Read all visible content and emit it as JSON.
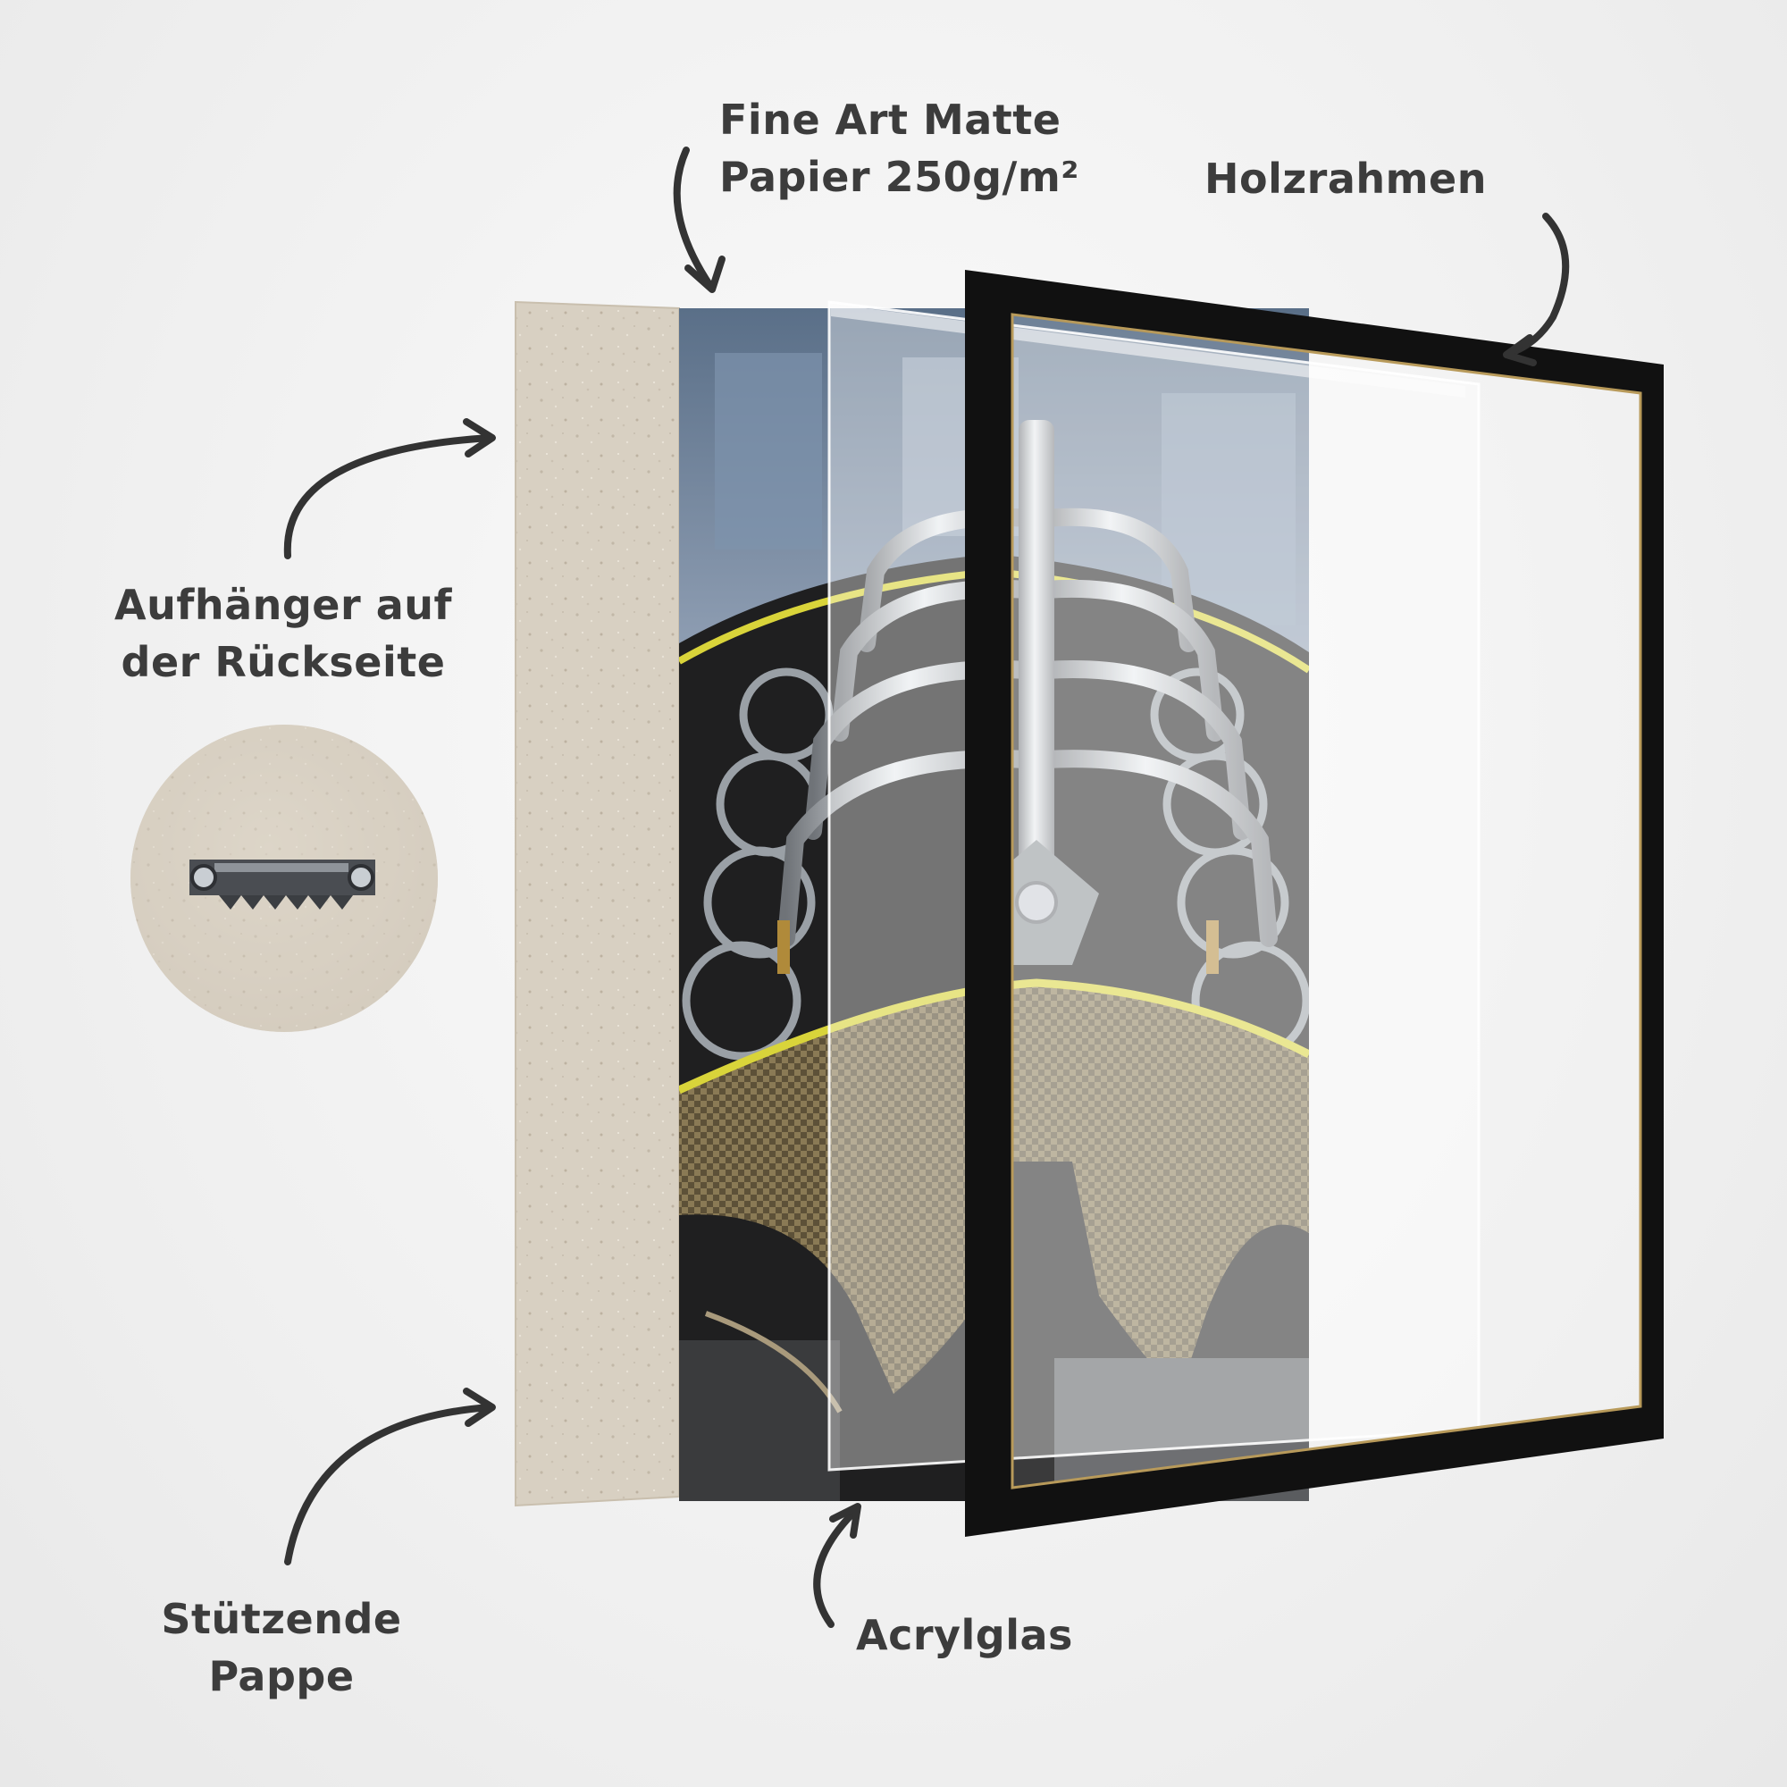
{
  "labels": {
    "paper": {
      "line1": "Fine Art Matte",
      "line2": "Papier 250g/m²"
    },
    "frame": "Holzrahmen",
    "hanger": {
      "line1": "Aufhänger auf",
      "line2": "der Rückseite"
    },
    "backing": {
      "line1": "Stützende",
      "line2": "Pappe"
    },
    "acrylic": "Acrylglas"
  },
  "icons": {
    "arrow": "curved-arrow-icon",
    "hanger": "sawtooth-hanger-icon"
  },
  "colors": {
    "background": "#f0f0f0",
    "text": "#3c3c3c",
    "cardboard": "#d9d1c4",
    "frame": "#111111",
    "frame_inner_edge": "#b89a5a",
    "engine_accent": "#d9d43a"
  }
}
